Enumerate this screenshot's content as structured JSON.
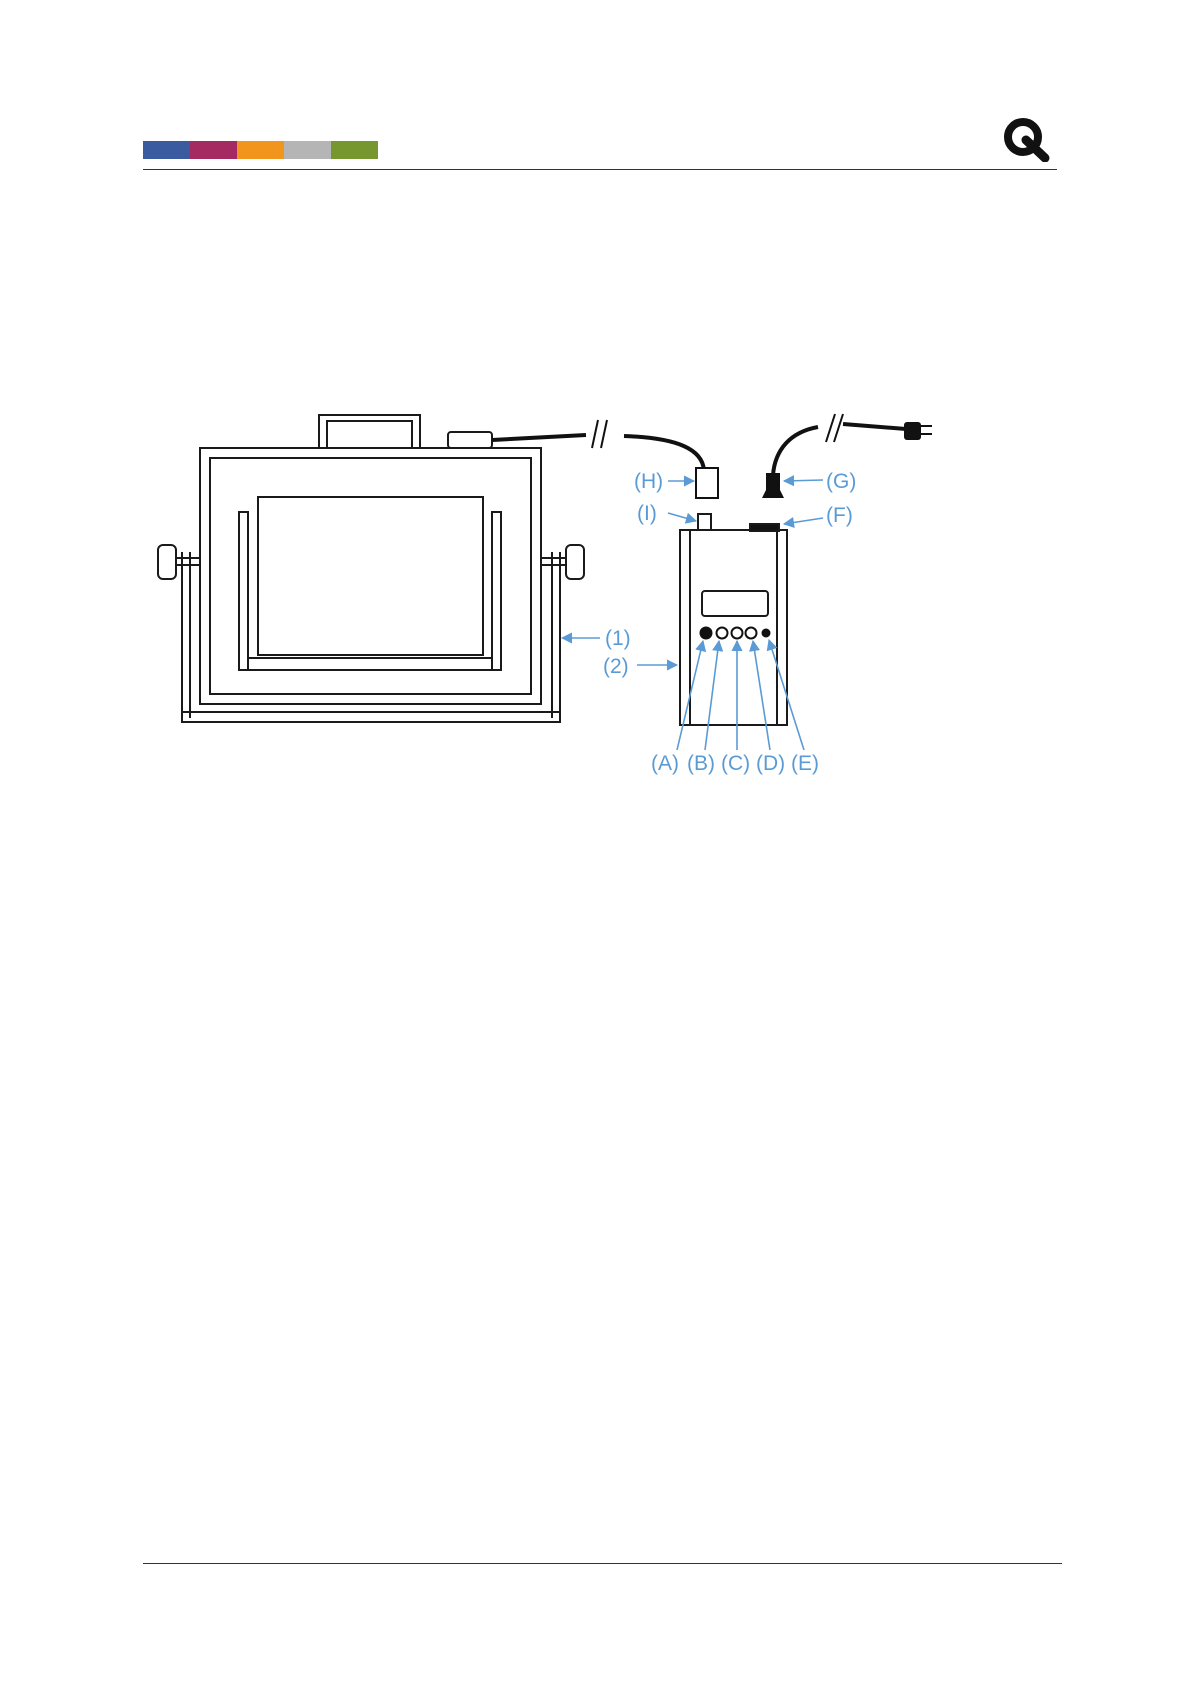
{
  "colors": {
    "accent_blue": "#5b9bd5",
    "strip": [
      "#3a5ba0",
      "#a52a62",
      "#f2951c",
      "#b5b5b5",
      "#76962f"
    ],
    "line": "#1a1a1a"
  },
  "logo": {
    "icon": "iq-logo-icon"
  },
  "labels": {
    "H": "(H)",
    "I": "(I)",
    "G": "(G)",
    "F": "(F)",
    "one": "(1)",
    "two": "(2)",
    "A": "(A)",
    "B": "(B)",
    "C": "(C)",
    "D": "(D)",
    "E": "(E)"
  }
}
